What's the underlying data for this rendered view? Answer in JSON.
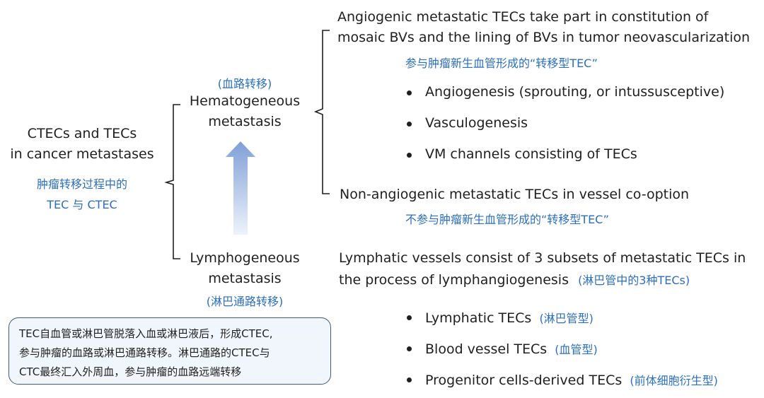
{
  "root": {
    "title_line1": "CTECs and TECs",
    "title_line2": "in cancer metastases",
    "cn_line1": "肿瘤转移过程中的",
    "cn_line2": "TEC 与  CTEC"
  },
  "hematogenous": {
    "cn": "(血路转移)",
    "line1": "Hematogeneous",
    "line2": "metastasis"
  },
  "lymphogenous": {
    "line1": "Lymphogeneous",
    "line2": "metastasis",
    "cn": "(淋巴通路转移)"
  },
  "angiogenic": {
    "line1": "Angiogenic metastatic TECs take part in constitution of",
    "line2": "mosaic BVs and the lining of BVs in tumor neovascularization",
    "cn": "参与肿瘤新生血管形成的“转移型TEC”",
    "bullets": [
      "Angiogenesis (sprouting,  or intussusceptive)",
      "Vasculogenesis",
      "VM channels consisting of TECs"
    ]
  },
  "non_angiogenic": {
    "line1": "Non-angiogenic metastatic TECs in vessel co-option",
    "cn": "不参与肿瘤新生血管形成的“转移型TEC”"
  },
  "lymphatic": {
    "line1": "Lymphatic vessels consist of 3 subsets of metastatic TECs in",
    "line2": "the process of lymphangiogenesis",
    "line2_cn": "(淋巴管中的3种TECs)",
    "bullets": [
      {
        "en": "Lymphatic TECs",
        "cn": "(淋巴管型)"
      },
      {
        "en": "Blood vessel TECs",
        "cn": "(血管型)"
      },
      {
        "en": "Progenitor cells-derived TECs",
        "cn": "(前体细胞衍生型)"
      }
    ]
  },
  "note": {
    "line1": "TEC自血管或淋巴管脱落入血或淋巴液后，形成CTEC,",
    "line2": "参与肿瘤的血路或淋巴通路转移。淋巴通路的CTEC与",
    "line3": "CTC最终汇入外周血，参与肿瘤的血路远端转移"
  },
  "colors": {
    "accent_blue": "#2b6fc0",
    "arrow_light": "#e6eefa",
    "arrow_dark": "#7f9fd6",
    "note_border": "#3e5a7a",
    "note_fill": "#f1f6fc"
  },
  "icons": {
    "arrow": "up-gradient-arrow-icon",
    "brace": "bracket-brace-icon"
  }
}
